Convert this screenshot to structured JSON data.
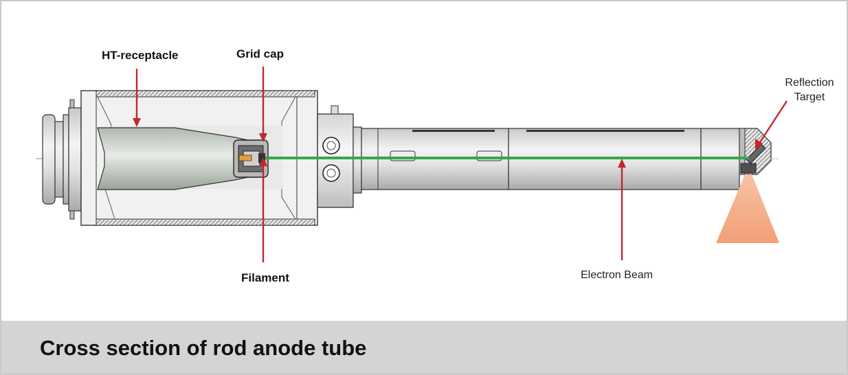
{
  "labels": {
    "ht_receptacle": "HT-receptacle",
    "grid_cap": "Grid cap",
    "filament": "Filament",
    "electron_beam": "Electron Beam",
    "reflection_target_line1": "Reflection",
    "reflection_target_line2": "Target"
  },
  "caption": "Cross section of rod anode tube",
  "colors": {
    "pointer": "#c1272d",
    "beam": "#3aa64a",
    "radiation_cone": "#f4a57d",
    "caption_bar": "#d4d4d4"
  }
}
